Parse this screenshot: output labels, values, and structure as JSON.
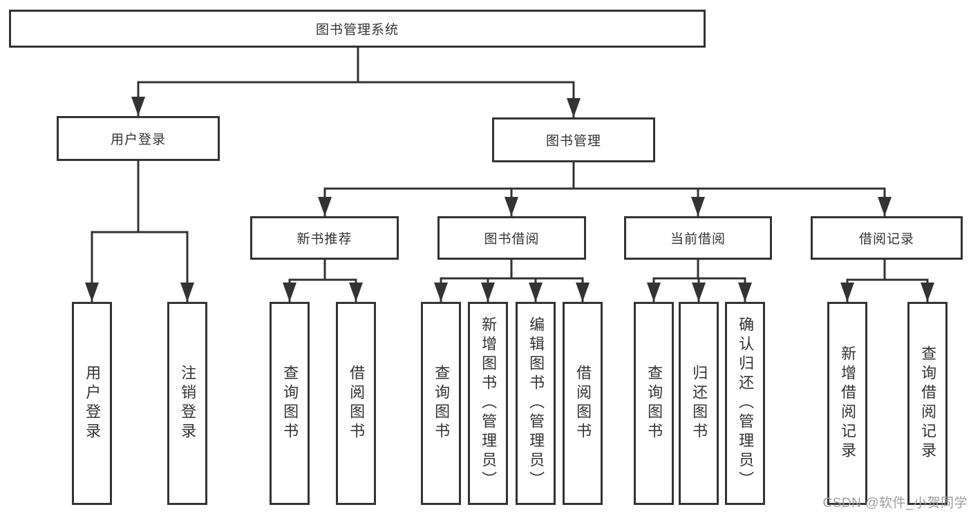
{
  "tree": {
    "root": {
      "label": "图书管理系统"
    },
    "branches": [
      {
        "label": "用户登录",
        "children": [
          {
            "label": "用户登录"
          },
          {
            "label": "注销登录"
          }
        ]
      },
      {
        "label": "图书管理",
        "children": [
          {
            "label": "新书推荐",
            "children": [
              {
                "label": "查询图书"
              },
              {
                "label": "借阅图书"
              }
            ]
          },
          {
            "label": "图书借阅",
            "children": [
              {
                "label": "查询图书"
              },
              {
                "label": "新增图书（管理员）"
              },
              {
                "label": "编辑图书（管理员）"
              },
              {
                "label": "借阅图书"
              }
            ]
          },
          {
            "label": "当前借阅",
            "children": [
              {
                "label": "查询图书"
              },
              {
                "label": "归还图书"
              },
              {
                "label": "确认归还（管理员）"
              }
            ]
          },
          {
            "label": "借阅记录",
            "children": [
              {
                "label": "新增借阅记录"
              },
              {
                "label": "查询借阅记录"
              }
            ]
          }
        ]
      }
    ]
  },
  "watermark": {
    "text": "CSDN @软件_小贺同学",
    "color": "#9e9e9e"
  },
  "colors": {
    "line": "#333333",
    "text": "#333333",
    "background": "#ffffff"
  }
}
